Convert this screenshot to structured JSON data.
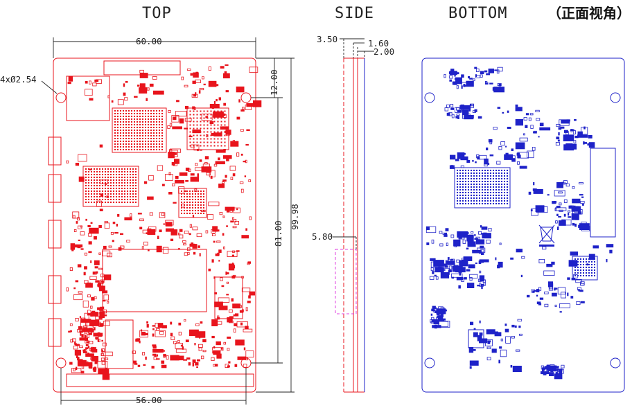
{
  "titles": {
    "top": "TOP",
    "side": "SIDE",
    "bottom": "BOTTOM",
    "bottom_note": "（正面视角）"
  },
  "dimensions": {
    "width_outer": "60.00",
    "width_holes": "56.00",
    "height_outer": "99.98",
    "height_holes": "81.00",
    "hole_offset": "12.00",
    "hole_dia": "4xØ2.54",
    "thickness_total": "3.50",
    "thickness_pcb": "1.60",
    "thickness_b": "2.00",
    "conn_height": "5.80"
  },
  "colors": {
    "top_layer": "#e8141c",
    "bottom_layer": "#1e22c8",
    "side_connector": "#e040e0"
  },
  "marks": {
    "weee_symbol": "crossed-out-bin-icon"
  }
}
